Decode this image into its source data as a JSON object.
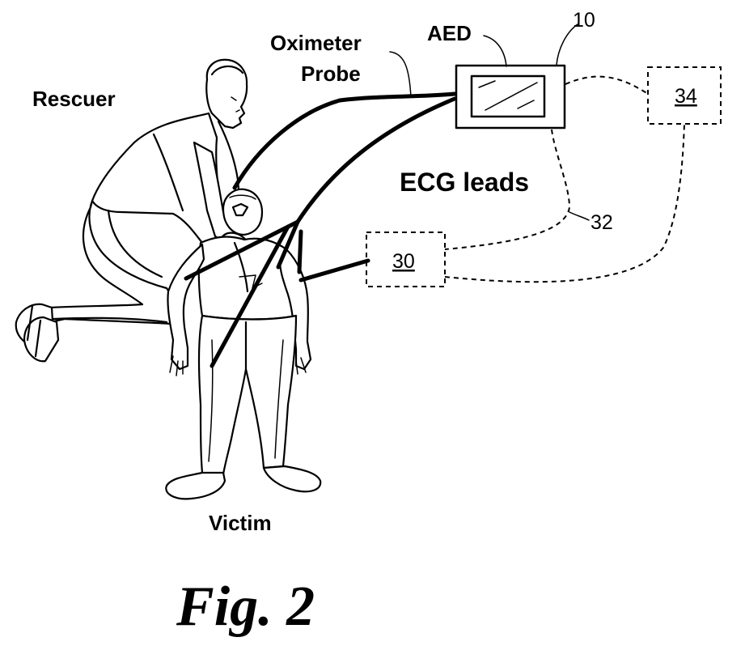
{
  "labels": {
    "rescuer": "Rescuer",
    "victim": "Victim",
    "oximeter_line1": "Oximeter",
    "oximeter_line2": "Probe",
    "aed": "AED",
    "ecg_leads": "ECG leads"
  },
  "reference_numerals": {
    "aed_device": "10",
    "module_30": "30",
    "link_32": "32",
    "module_34": "34"
  },
  "caption": "Fig. 2",
  "style": {
    "ink": "#000000",
    "background": "#ffffff"
  }
}
